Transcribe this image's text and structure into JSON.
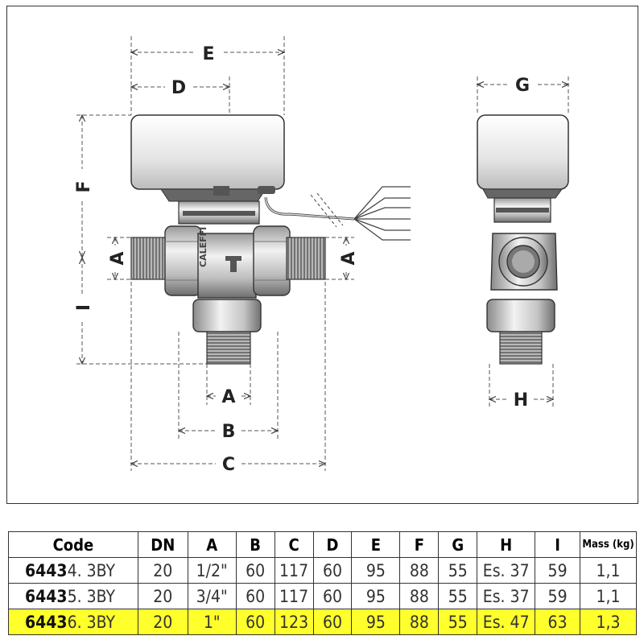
{
  "drawing": {
    "dimension_labels": {
      "E": "E",
      "D": "D",
      "F": "F",
      "A_left": "A",
      "A_right": "A",
      "I": "I",
      "A_bottom": "A",
      "B": "B",
      "C": "C",
      "G": "G",
      "H": "H"
    },
    "brand_text": "CALEFFI"
  },
  "table": {
    "headers": [
      "Code",
      "DN",
      "A",
      "B",
      "C",
      "D",
      "E",
      "F",
      "G",
      "H",
      "I",
      "Mass (kg)"
    ],
    "rows": [
      {
        "code_bold": "6443",
        "code_rest": "4. 3BY",
        "DN": "20",
        "A": "1/2\"",
        "B": "60",
        "C": "117",
        "D": "60",
        "E": "95",
        "F": "88",
        "G": "55",
        "H": "Es. 37",
        "I": "59",
        "mass": "1,1",
        "highlight": false
      },
      {
        "code_bold": "6443",
        "code_rest": "5. 3BY",
        "DN": "20",
        "A": "3/4\"",
        "B": "60",
        "C": "117",
        "D": "60",
        "E": "95",
        "F": "88",
        "G": "55",
        "H": "Es. 37",
        "I": "59",
        "mass": "1,1",
        "highlight": false
      },
      {
        "code_bold": "6443",
        "code_rest": "6. 3BY",
        "DN": "20",
        "A": "1\"",
        "B": "60",
        "C": "123",
        "D": "60",
        "E": "95",
        "F": "88",
        "G": "55",
        "H": "Es. 47",
        "I": "63",
        "mass": "1,3",
        "highlight": true
      }
    ],
    "highlight_color": "#ffff2b"
  }
}
